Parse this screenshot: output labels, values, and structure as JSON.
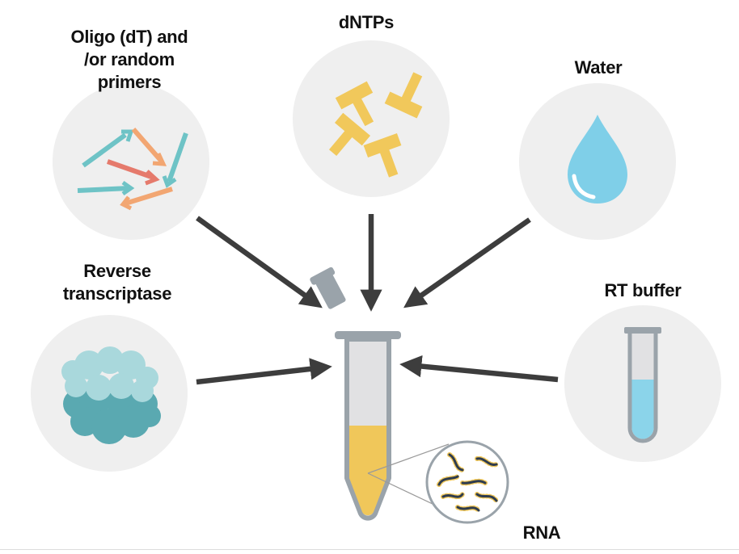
{
  "labels": {
    "oligo": [
      "Oligo (dT) and",
      "/or random",
      "primers"
    ],
    "dntps": "dNTPs",
    "water": "Water",
    "reverse_transcriptase": [
      "Reverse",
      "transcriptase"
    ],
    "rt_buffer": "RT buffer",
    "rna": "RNA"
  },
  "colors": {
    "circle_bg": "#efefef",
    "arrow": "#3d3d3d",
    "tube_outline": "#9aa3aa",
    "tube_body": "#e1e1e3",
    "tube_liquid": "#f0c75a",
    "primer_teal": "#6ec3c6",
    "primer_orange": "#f2a672",
    "primer_red": "#e57a6c",
    "dntp_yellow": "#f1c85b",
    "water_blue": "#7fcfe8",
    "enzyme_light": "#a9d8dc",
    "enzyme_dark": "#5aa9b1",
    "buffer_blue": "#8bd4ea",
    "rna_dark": "#2e3c4f",
    "rna_yellow": "#f0c75a"
  },
  "icons": {
    "primers": "primer-arrows-icon",
    "dntps": "dntp-blocks-icon",
    "water": "water-drop-icon",
    "enzyme": "enzyme-cloud-icon",
    "buffer": "test-tube-icon",
    "rna": "rna-strands-icon",
    "tube": "microcentrifuge-tube-icon"
  }
}
